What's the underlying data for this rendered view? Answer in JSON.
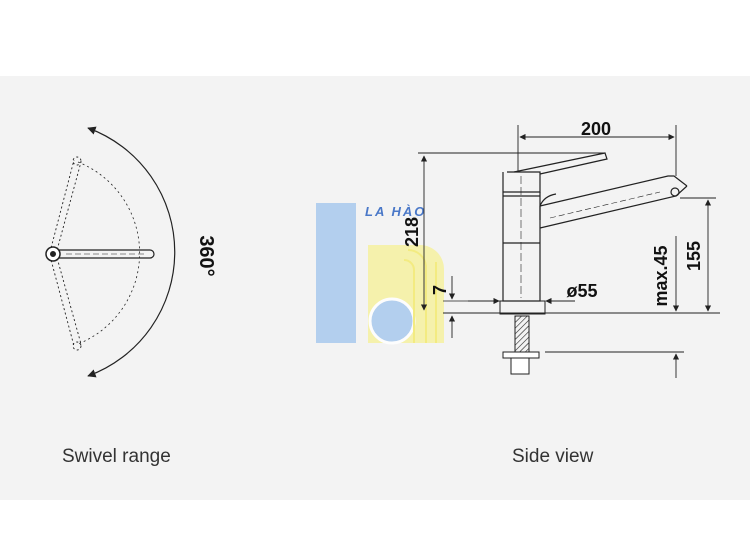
{
  "swivel": {
    "angle_label": "360°",
    "caption": "Swivel range"
  },
  "side": {
    "caption": "Side view",
    "dim_spout_reach": "200",
    "dim_total_height": "218",
    "dim_spout_height": "155",
    "dim_max_thickness": "max.45",
    "dim_base_diameter": "ø55",
    "dim_base_height": "7"
  },
  "watermark": {
    "text": "LA HÀO",
    "colors": {
      "blue": "#a8c9ee",
      "yellow": "#f6f1a0",
      "text": "#4a78c8"
    }
  },
  "colors": {
    "line": "#222222",
    "panel": "#f3f3f3",
    "background": "#ffffff"
  }
}
